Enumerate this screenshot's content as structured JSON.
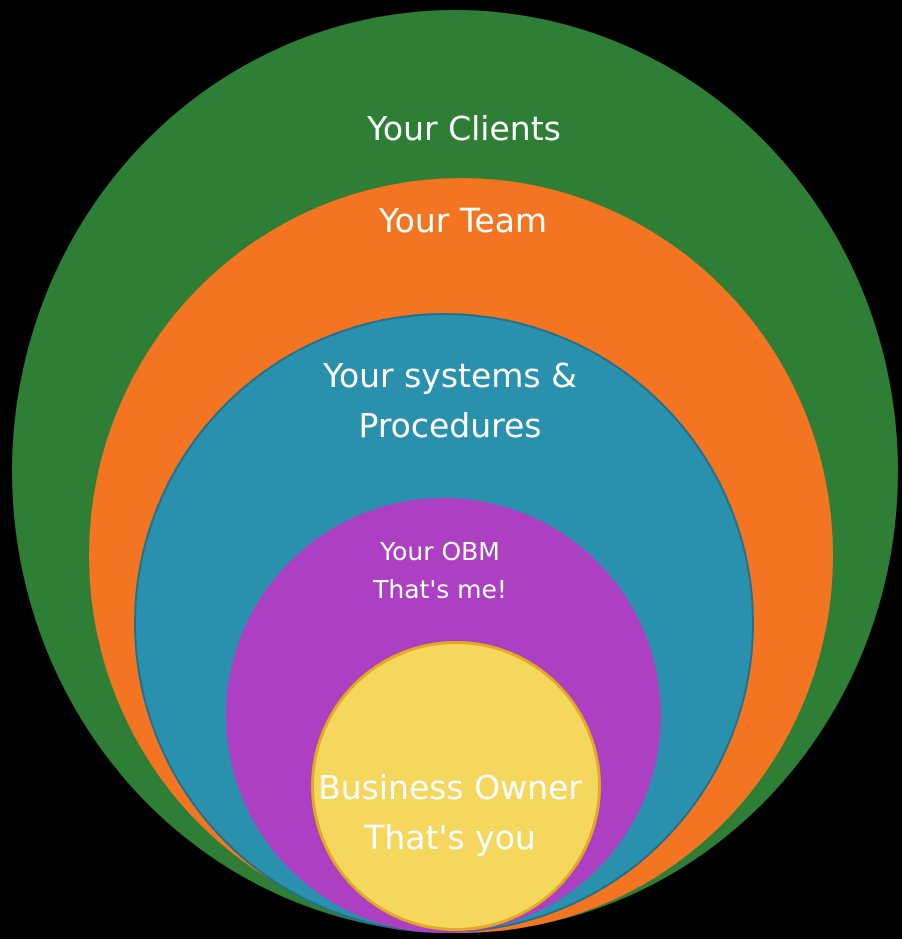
{
  "colors": {
    "background": "#000000",
    "clients": "#2e7f35",
    "team": "#f37521",
    "systems": "#2990ad",
    "obm": "#ad40c2",
    "owner": "#f6d75e"
  },
  "rings": {
    "clients": {
      "label": "Your Clients"
    },
    "team": {
      "label": "Your Team"
    },
    "systems": {
      "line1": "Your systems &",
      "line2": "Procedures"
    },
    "obm": {
      "line1": "Your OBM",
      "line2": "That's me!"
    },
    "owner": {
      "line1": "Business Owner",
      "line2": "That's you"
    }
  }
}
